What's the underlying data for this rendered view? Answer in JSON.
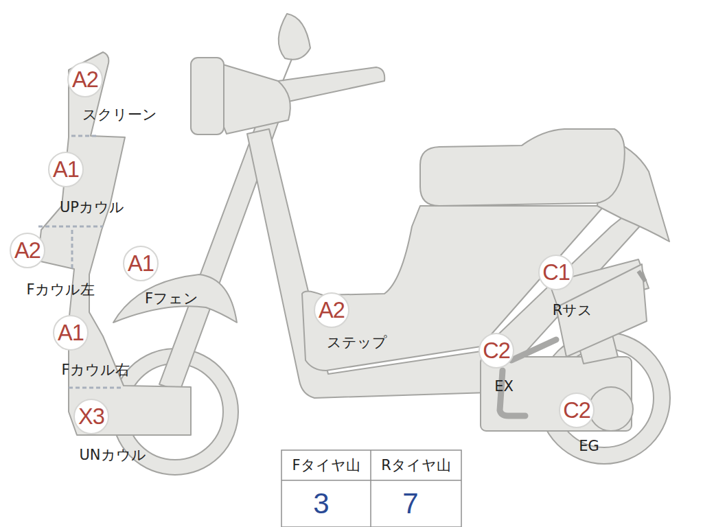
{
  "diagram": {
    "nodes": [
      {
        "text": [
          "A2",
          "スクリーン"
        ]
      },
      {
        "text": [
          "A1",
          "UPカウル"
        ]
      },
      {
        "text": [
          "A2",
          "Fカウル左"
        ]
      },
      {
        "text": [
          "A1",
          "Fフェン"
        ]
      },
      {
        "text": [
          "C1",
          "Rサス"
        ]
      },
      {
        "text": [
          "A2",
          "ステップ"
        ]
      },
      {
        "text": [
          "A1",
          "Fカウル右"
        ]
      },
      {
        "text": [
          "C2",
          "EX"
        ]
      },
      {
        "text": [
          "C2",
          "EG"
        ]
      },
      {
        "text": [
          "X3",
          "UNカウル"
        ]
      }
    ],
    "labels": [
      "Fタイヤ山",
      "Rタイヤ山",
      "3",
      "7"
    ]
  }
}
